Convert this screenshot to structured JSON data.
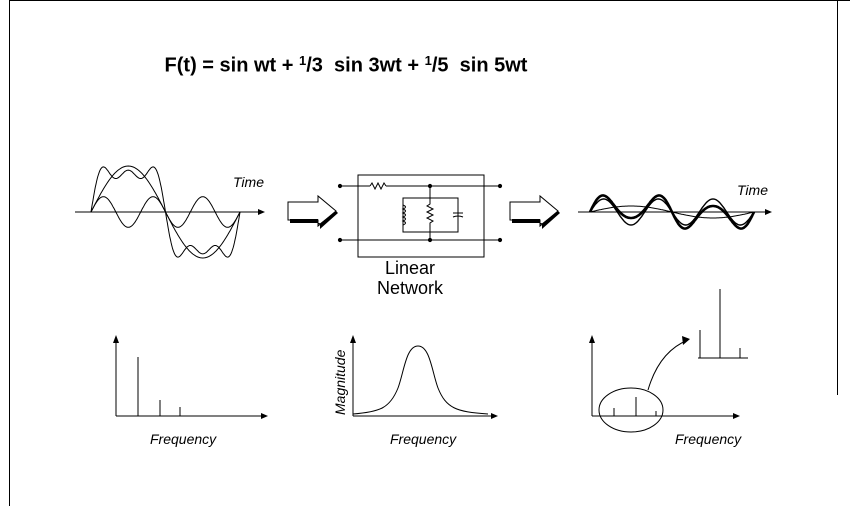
{
  "title": {
    "prefix": "F(t) = sin wt + ",
    "c1_num": "1",
    "c1_den": "/3",
    "mid": "  sin 3wt + ",
    "c2_num": "1",
    "c2_den": "/5",
    "suffix": "  sin 5wt"
  },
  "labels": {
    "time_input": "Time",
    "time_output": "Time",
    "network_line1": "Linear",
    "network_line2": "Network",
    "magnitude": "Magnitude",
    "freq_input": "Frequency",
    "freq_filter": "Frequency",
    "freq_output": "Frequency"
  }
}
